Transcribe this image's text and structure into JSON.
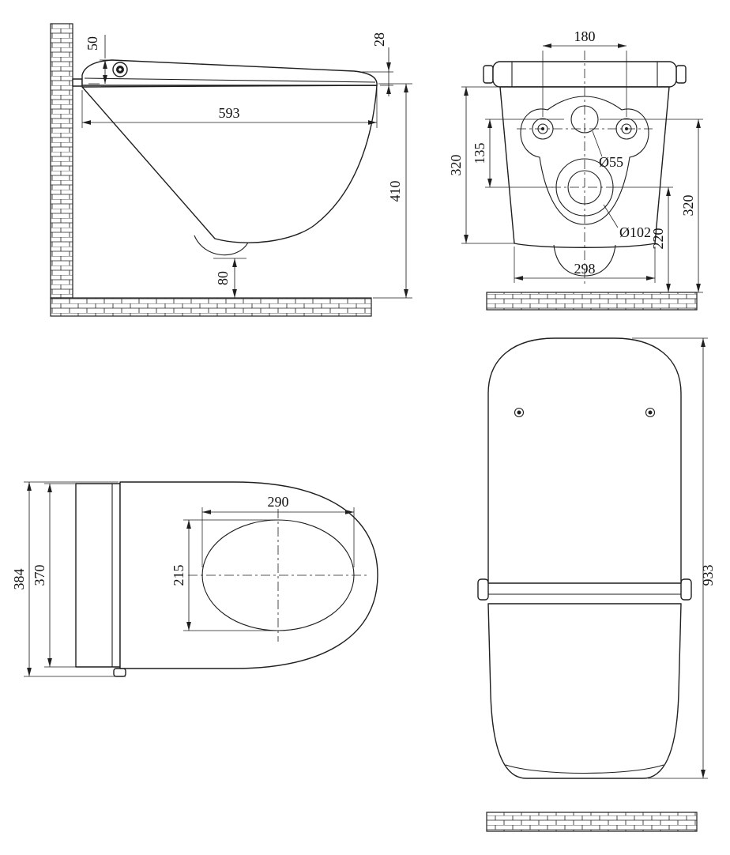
{
  "page": {
    "background": "#ffffff",
    "line_color": "#1f1f1f",
    "drawing_type": "wall-hung smart toilet dimension drawing"
  },
  "views": {
    "side": {
      "dims": {
        "hinge_offset": "50",
        "seat_front_thickness": "28",
        "overall_depth": "593",
        "height": "410",
        "outlet_clearance": "80"
      }
    },
    "rear": {
      "dims": {
        "bolt_spacing": "180",
        "body_height": "320",
        "inlet_offset": "135",
        "inlet_diameter": "Ø55",
        "outlet_diameter": "Ø102",
        "inlet_height": "320",
        "outlet_height": "220",
        "body_width": "298"
      }
    },
    "plan": {
      "dims": {
        "bowl_length": "290",
        "bowl_width": "215",
        "overall_width": "384",
        "body_width": "370"
      }
    },
    "front": {
      "dims": {
        "overall_length": "933"
      }
    }
  }
}
